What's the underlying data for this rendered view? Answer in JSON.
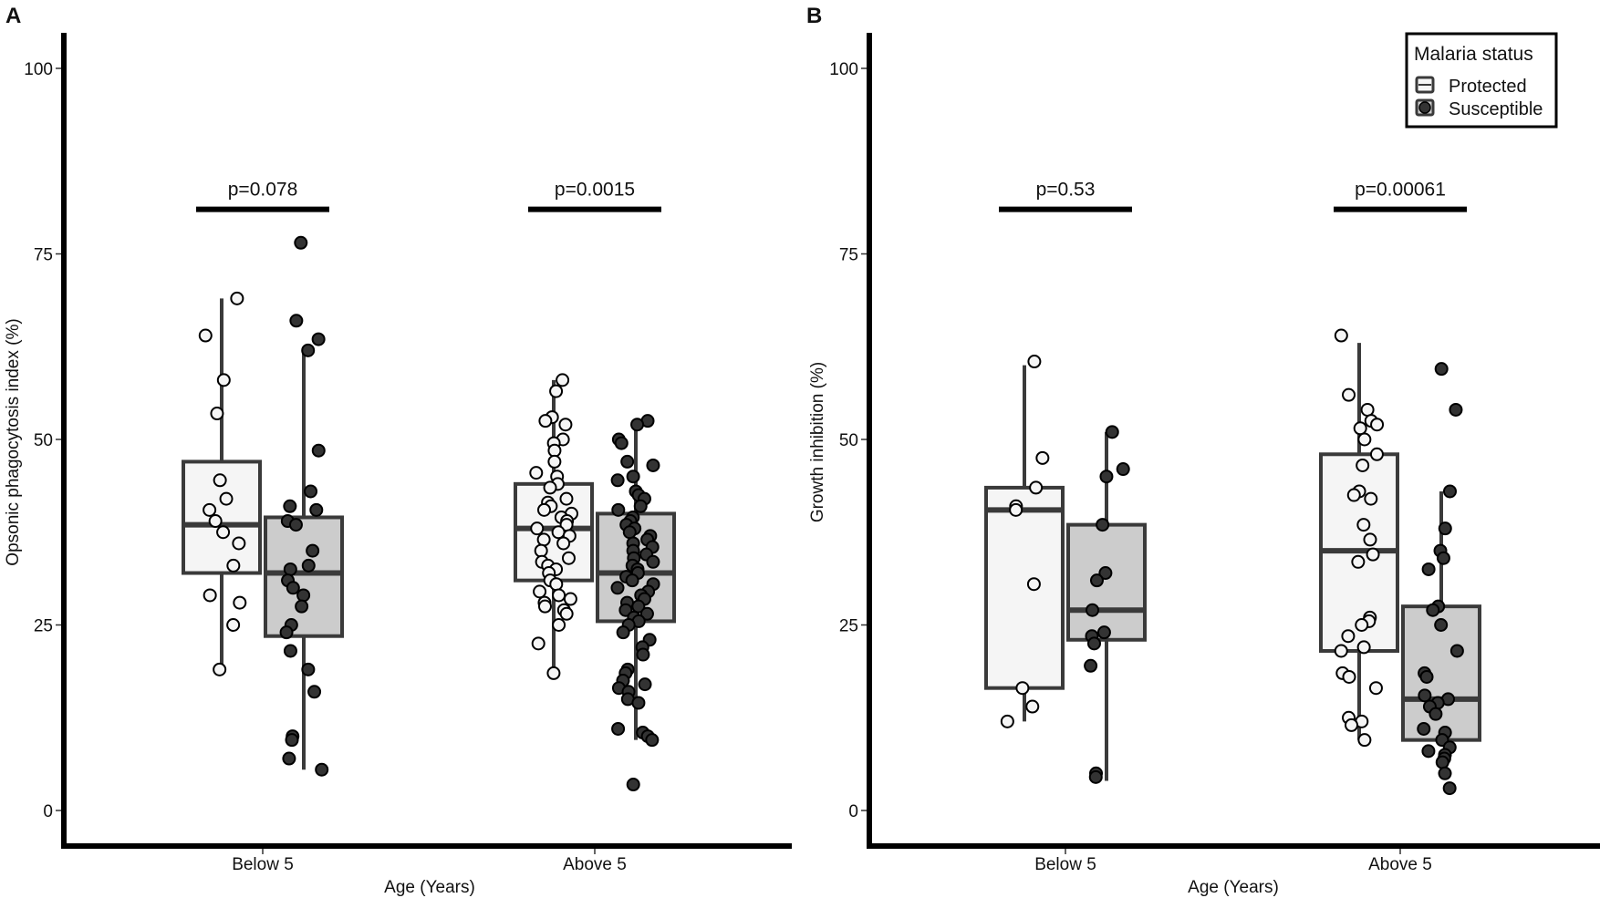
{
  "colors": {
    "protected_fill": "#f5f5f5",
    "susceptible_fill": "#cccccc",
    "susceptible_point": "#333333",
    "protected_point": "#f5f5f5",
    "box_stroke": "#3a3a3a",
    "axis": "#000000"
  },
  "legend": {
    "title": "Malaria status",
    "items": [
      {
        "label": "Protected",
        "group": "protected"
      },
      {
        "label": "Susceptible",
        "group": "susceptible"
      }
    ]
  },
  "chart_data": [
    {
      "type": "box",
      "panel": "A",
      "xlabel": "Age (Years)",
      "ylabel": "Opsonic phagocytosis index (%)",
      "ylim": [
        -5,
        105
      ],
      "yticks": [
        0,
        25,
        50,
        75,
        100
      ],
      "categories": [
        "Below 5",
        "Above 5"
      ],
      "comparisons": [
        {
          "category": "Below 5",
          "label": "p=0.078",
          "y": 81
        },
        {
          "category": "Above 5",
          "label": "p=0.0015",
          "y": 81
        }
      ],
      "series": [
        {
          "group": "protected",
          "name": "Protected",
          "boxes": [
            {
              "category": "Below 5",
              "whisker_low": 19,
              "q1": 32,
              "median": 38.5,
              "q3": 47,
              "whisker_high": 69,
              "points": [
                69,
                64,
                58,
                53.5,
                44.5,
                42,
                40.5,
                39,
                37.5,
                36,
                33,
                29,
                28,
                25,
                19
              ]
            },
            {
              "category": "Above 5",
              "whisker_low": 18.5,
              "q1": 31,
              "median": 38,
              "q3": 44,
              "whisker_high": 58,
              "points": [
                58,
                56.5,
                53,
                52.5,
                52,
                50,
                49.5,
                48.5,
                47,
                45.5,
                45,
                44,
                43.5,
                42,
                41.5,
                41,
                40.5,
                40,
                39.5,
                39,
                38.5,
                38,
                37.5,
                37,
                36.5,
                36,
                35,
                34,
                33.5,
                33,
                32.5,
                32,
                31,
                30.5,
                29.5,
                29,
                28.5,
                28,
                27.5,
                27,
                26.5,
                25,
                22.5,
                18.5
              ]
            }
          ]
        },
        {
          "group": "susceptible",
          "name": "Susceptible",
          "boxes": [
            {
              "category": "Below 5",
              "whisker_low": 5.5,
              "q1": 23.5,
              "median": 32,
              "q3": 39.5,
              "whisker_high": 62,
              "points": [
                76.5,
                66,
                63.5,
                62,
                48.5,
                43,
                41,
                40.5,
                39,
                38.5,
                35,
                33,
                32.5,
                31,
                30,
                29,
                27.5,
                25,
                24,
                21.5,
                19,
                16,
                10,
                9.5,
                7,
                5.5
              ]
            },
            {
              "category": "Above 5",
              "whisker_low": 9.5,
              "q1": 25.5,
              "median": 32,
              "q3": 40,
              "whisker_high": 52,
              "points": [
                52.5,
                52,
                50,
                49.5,
                47,
                46.5,
                45,
                44.5,
                43,
                42.5,
                42,
                41,
                40.5,
                39.5,
                39,
                38.5,
                38,
                37.5,
                37,
                36.5,
                36,
                35.5,
                35,
                34.5,
                34,
                33.5,
                33,
                32.5,
                32,
                31.5,
                31,
                30.5,
                30,
                29.5,
                29,
                28.5,
                28,
                27.5,
                27,
                26.5,
                26,
                25.5,
                25,
                24,
                23,
                22,
                21,
                19,
                18.5,
                17.5,
                17,
                16.5,
                16,
                15,
                14.5,
                11,
                10.5,
                10,
                9.5,
                3.5
              ]
            }
          ]
        }
      ]
    },
    {
      "type": "box",
      "panel": "B",
      "xlabel": "Age (Years)",
      "ylabel": "Growth inhibition (%)",
      "ylim": [
        -5,
        105
      ],
      "yticks": [
        0,
        25,
        50,
        75,
        100
      ],
      "categories": [
        "Below 5",
        "Above 5"
      ],
      "comparisons": [
        {
          "category": "Below 5",
          "label": "p=0.53",
          "y": 81
        },
        {
          "category": "Above 5",
          "label": "p=0.00061",
          "y": 81
        }
      ],
      "series": [
        {
          "group": "protected",
          "name": "Protected",
          "boxes": [
            {
              "category": "Below 5",
              "whisker_low": 12,
              "q1": 16.5,
              "median": 40.5,
              "q3": 43.5,
              "whisker_high": 60,
              "points": [
                60.5,
                47.5,
                43.5,
                41,
                40.5,
                30.5,
                16.5,
                14,
                12
              ]
            },
            {
              "category": "Above 5",
              "whisker_low": 9.5,
              "q1": 21.5,
              "median": 35,
              "q3": 48,
              "whisker_high": 63,
              "points": [
                64,
                56,
                54,
                52.5,
                52,
                51.5,
                50,
                48,
                46.5,
                43,
                42.5,
                42,
                38.5,
                36.5,
                34.5,
                33.5,
                26,
                25.5,
                25,
                23.5,
                22,
                21.5,
                18.5,
                18,
                16.5,
                12.5,
                12,
                11.5,
                9.5
              ]
            }
          ]
        },
        {
          "group": "susceptible",
          "name": "Susceptible",
          "boxes": [
            {
              "category": "Below 5",
              "whisker_low": 4,
              "q1": 23,
              "median": 27,
              "q3": 38.5,
              "whisker_high": 51,
              "points": [
                51,
                46,
                45,
                38.5,
                32,
                31,
                27,
                24,
                23.5,
                22.5,
                19.5,
                5,
                4.5
              ]
            },
            {
              "category": "Above 5",
              "whisker_low": 9.5,
              "q1": 9.5,
              "median": 15,
              "q3": 27.5,
              "whisker_high": 43,
              "points": [
                59.5,
                54,
                43,
                38,
                35,
                34,
                32.5,
                27.5,
                27,
                25,
                21.5,
                18.5,
                18,
                15.5,
                15,
                14.5,
                14,
                13,
                11,
                10.5,
                9.5,
                8.5,
                8,
                7.5,
                7,
                6.5,
                5,
                3
              ]
            }
          ]
        }
      ]
    }
  ]
}
